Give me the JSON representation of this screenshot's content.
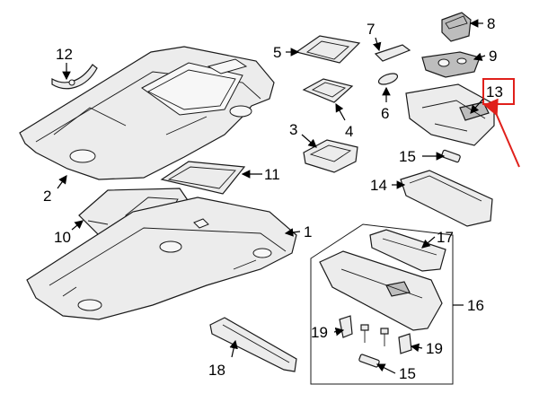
{
  "callouts": {
    "c1": "1",
    "c2": "2",
    "c3": "3",
    "c4": "4",
    "c5": "5",
    "c6": "6",
    "c7": "7",
    "c8": "8",
    "c9": "9",
    "c10": "10",
    "c11": "11",
    "c12": "12",
    "c13": "13",
    "c14": "14",
    "c15a": "15",
    "c15b": "15",
    "c16": "16",
    "c17": "17",
    "c18": "18",
    "c19a": "19",
    "c19b": "19"
  },
  "colors": {
    "highlight": "#e0201b",
    "outline": "#1a1a1a",
    "fill": "#ececec"
  }
}
